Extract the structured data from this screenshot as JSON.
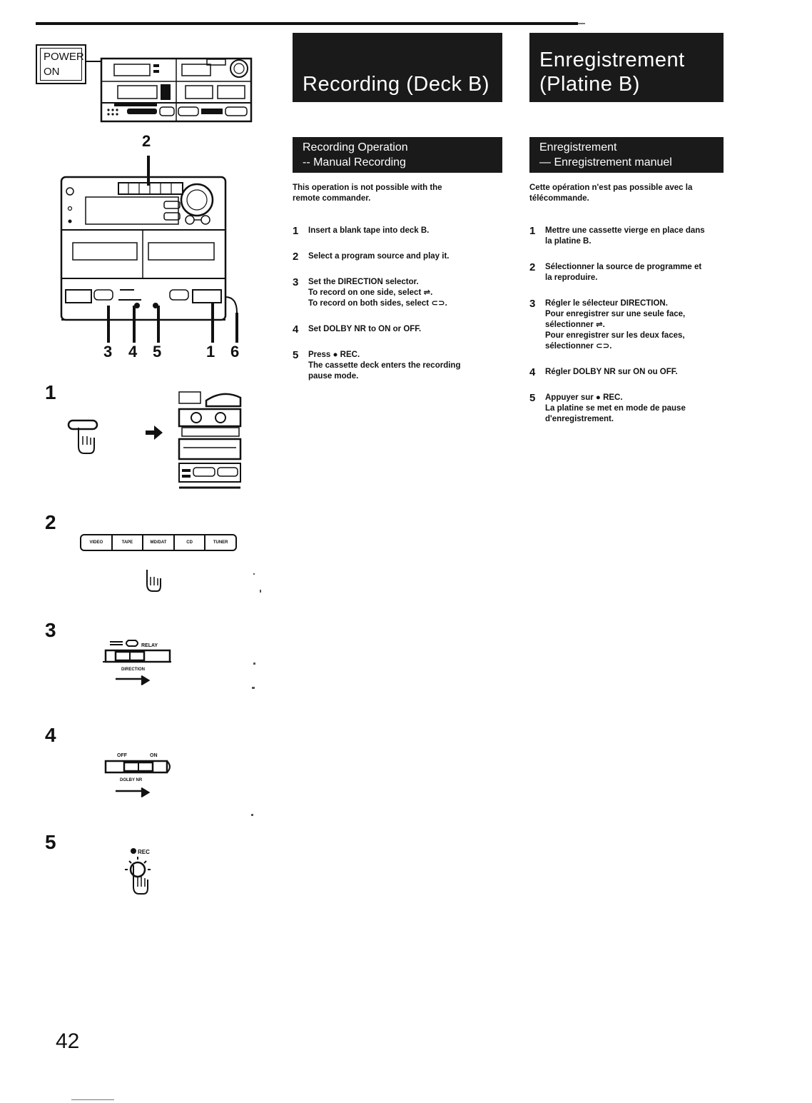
{
  "page_number": "42",
  "power_label_line1": "POWER",
  "power_label_line2": "ON",
  "english": {
    "title": "Recording (Deck B)",
    "subtitle_line1": "Recording Operation",
    "subtitle_line2": "-- Manual Recording",
    "note_line1": "This operation is not possible with the",
    "note_line2": "remote commander.",
    "steps": [
      {
        "num": "1",
        "text": "Insert a blank tape into deck B."
      },
      {
        "num": "2",
        "text": "Select a program source and play it."
      },
      {
        "num": "3",
        "text": "Set the DIRECTION selector.",
        "sub1": "To record on one side, select ⇌.",
        "sub2": "To record on both sides, select ⊂⊃."
      },
      {
        "num": "4",
        "text": "Set DOLBY NR to ON or OFF."
      },
      {
        "num": "5",
        "text": "Press ● REC.",
        "sub1": "The cassette deck enters the recording",
        "sub2": "pause mode."
      }
    ]
  },
  "french": {
    "title_line1": "Enregistrement",
    "title_line2": "(Platine B)",
    "subtitle_line1": "Enregistrement",
    "subtitle_line2": "— Enregistrement manuel",
    "note_line1": "Cette opération n'est pas possible avec la",
    "note_line2": "télécommande.",
    "steps": [
      {
        "num": "1",
        "text": "Mettre une cassette vierge en place dans",
        "sub1": "la platine B."
      },
      {
        "num": "2",
        "text": "Sélectionner la source de programme et",
        "sub1": "la reproduire."
      },
      {
        "num": "3",
        "text": "Régler le sélecteur DIRECTION.",
        "sub1": "Pour enregistrer sur une seule face,",
        "sub2": "sélectionner ⇌.",
        "sub3": "Pour enregistrer sur les deux faces,",
        "sub4": "sélectionner ⊂⊃."
      },
      {
        "num": "4",
        "text": "Régler DOLBY NR sur ON ou OFF."
      },
      {
        "num": "5",
        "text": "Appuyer sur ● REC.",
        "sub1": "La platine se met en mode de pause",
        "sub2": "d'enregistrement."
      }
    ]
  },
  "figure": {
    "callout_top": "2",
    "callouts_bottom": [
      "3",
      "4",
      "5",
      "1",
      "6"
    ],
    "step_numbers": [
      "1",
      "2",
      "3",
      "4",
      "5"
    ],
    "source_buttons": [
      "VIDEO",
      "TAPE",
      "MD/DAT",
      "CD",
      "TUNER"
    ],
    "direction_label": "DIRECTION",
    "relay_label": "RELAY",
    "dolby_off": "OFF",
    "dolby_on": "ON",
    "dolby_label": "DOLBY NR",
    "rec_label": "REC"
  }
}
